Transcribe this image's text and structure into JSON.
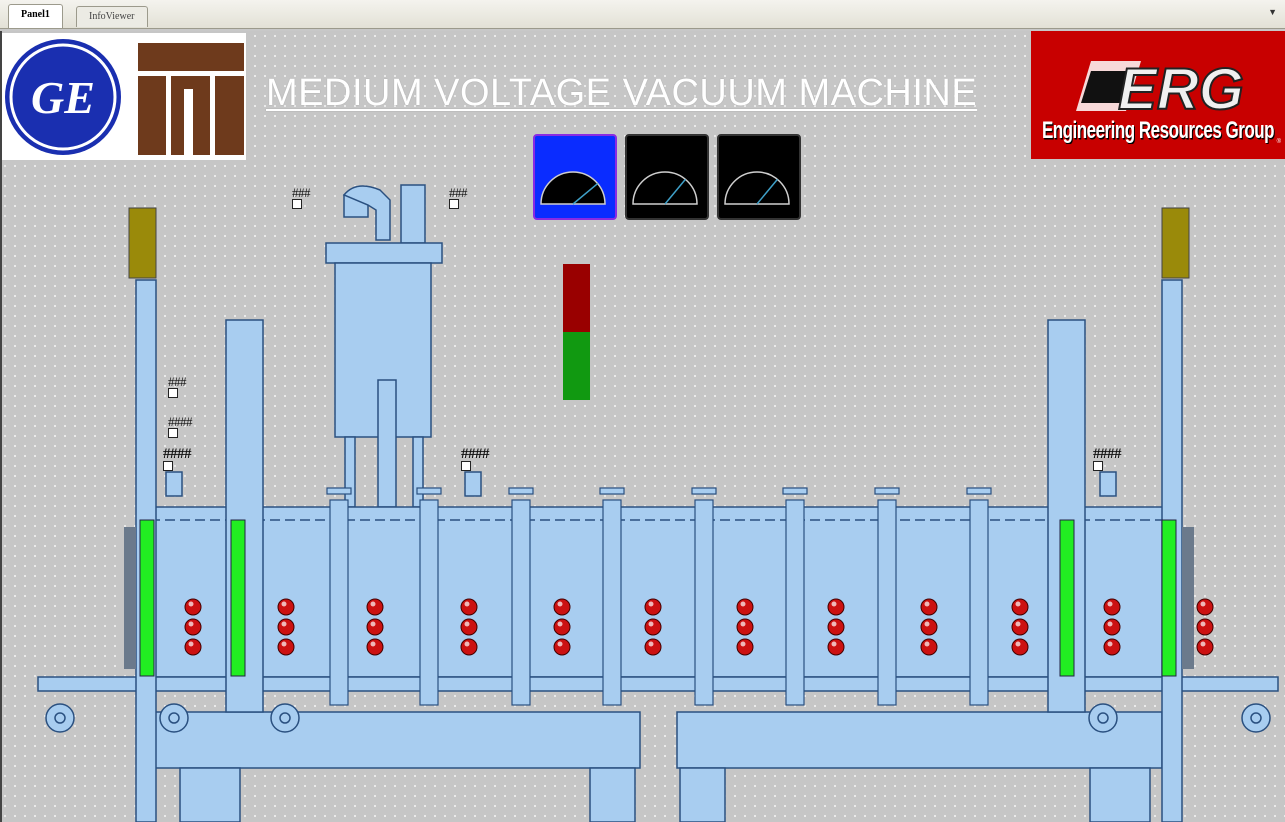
{
  "tabs": [
    {
      "label": "Panel1",
      "active": true
    },
    {
      "label": "InfoViewer",
      "active": false
    }
  ],
  "menu_icon": "dropdown-arrow-icon",
  "title": "MEDIUM VOLTAGE VACUUM MACHINE",
  "logos": {
    "ge": "GE",
    "erg_mark": "ERG",
    "erg_name": "Engineering Resources Group",
    "erg_sup": "®"
  },
  "gauges": [
    {
      "name": "gauge-1",
      "selected": true,
      "bg": "#0a2cff",
      "level": 0.78
    },
    {
      "name": "gauge-2",
      "selected": false,
      "bg": "#000000",
      "level": 0.72
    },
    {
      "name": "gauge-3",
      "selected": false,
      "bg": "#000000",
      "level": 0.72
    }
  ],
  "tags": {
    "top_left": "###",
    "top_right": "###",
    "left_1": "###",
    "left_2": "####",
    "left_3": "####",
    "center": "####",
    "right": "####"
  },
  "status_colors": {
    "stack_red": "#990000",
    "stack_green": "#119911",
    "indicator_green": "#22ee22",
    "indicator_olive": "#9a8a0a",
    "machine_blue": "#a8cdf0",
    "line": "#2a5080",
    "heater_red": "#cc1111"
  }
}
